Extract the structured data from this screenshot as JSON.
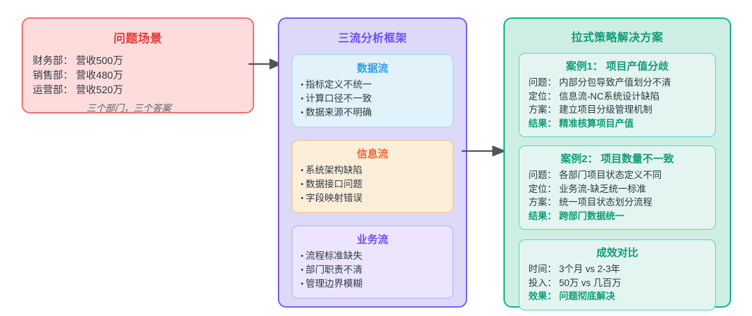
{
  "diagram": {
    "accent_colors": {
      "problem_border": "#f0706e",
      "problem_bg": "#ffdcdc",
      "problem_title": "#e13b3b",
      "framework_border": "#7a5bee",
      "framework_bg": "#ddd9f8",
      "framework_title": "#6f4ef0",
      "solution_border": "#10b38d",
      "solution_bg": "#cfeee3",
      "solution_title": "#0f9d7a",
      "data_flow_title": "#2aa0ef",
      "info_flow_title": "#f2643a",
      "business_flow_title": "#6f4ef0",
      "arrow": "#4b555f"
    }
  },
  "problem_panel": {
    "title": "问题场景",
    "lines": [
      "财务部： 营收500万",
      "销售部： 营收480万",
      "运营部： 营收520万"
    ],
    "note": "三个部门，三个答案"
  },
  "framework_panel": {
    "title": "三流分析框架",
    "cards": [
      {
        "title": "数据流",
        "items": [
          "指标定义不统一",
          "计算口径不一致",
          "数据来源不明确"
        ]
      },
      {
        "title": "信息流",
        "items": [
          "系统架构缺陷",
          "数据接口问题",
          "字段映射错误"
        ]
      },
      {
        "title": "业务流",
        "items": [
          "流程标准缺失",
          "部门职责不清",
          "管理边界模糊"
        ]
      }
    ]
  },
  "solution_panel": {
    "title": "拉式策略解决方案",
    "cards": [
      {
        "title": "案例1： 项目产值分歧",
        "rows": [
          "问题： 内部分包导致产值划分不清",
          "定位： 信息流-NC系统设计缺陷",
          "方案： 建立项目分级管理机制"
        ],
        "result": "结果： 精准核算项目产值"
      },
      {
        "title": "案例2： 项目数量不一致",
        "rows": [
          "问题： 各部门项目状态定义不同",
          "定位： 业务流-缺乏统一标准",
          "方案： 统一项目状态划分流程"
        ],
        "result": "结果： 跨部门数据统一"
      },
      {
        "title": "成效对比",
        "rows": [
          "时间： 3个月 vs 2-3年",
          "投入： 50万 vs 几百万"
        ],
        "result": "效果： 问题彻底解决"
      }
    ]
  },
  "arrows": [
    {
      "label": "problem-to-framework"
    },
    {
      "label": "framework-to-solution"
    }
  ]
}
